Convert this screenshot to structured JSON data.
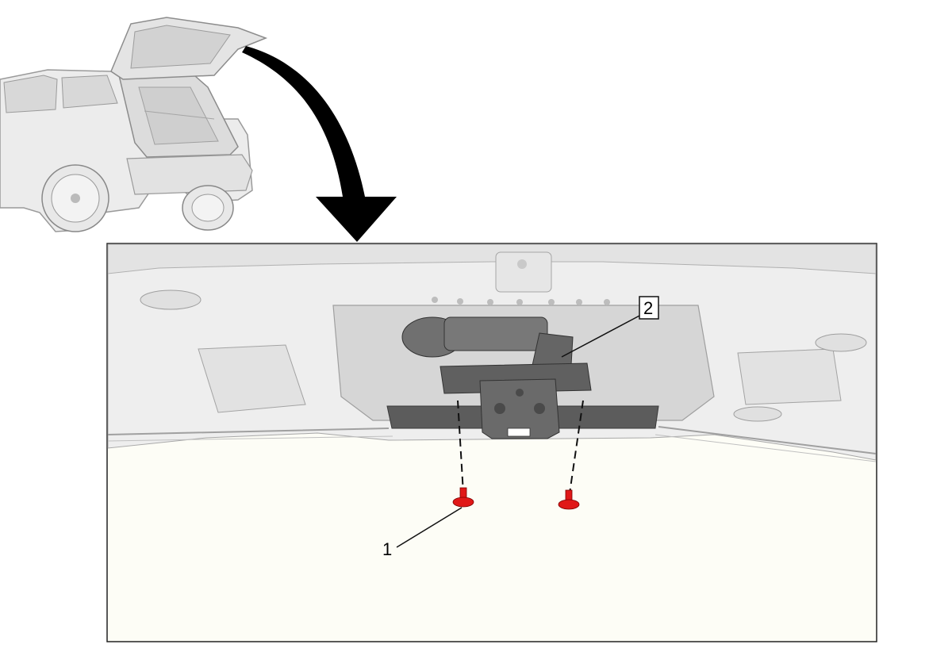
{
  "diagram": {
    "callouts": [
      {
        "id": "1",
        "label": "1"
      },
      {
        "id": "2",
        "label": "2"
      }
    ]
  },
  "colors": {
    "fastener": "#e01818",
    "line": "#111111",
    "panel_light": "#eeeeee",
    "panel_mid": "#d4d4d4",
    "module_dark": "#6b6b6b",
    "ground": "#fdfdf6"
  },
  "icons": [
    "vehicle-illustration",
    "curved-arrow-icon",
    "bolt-icon"
  ]
}
